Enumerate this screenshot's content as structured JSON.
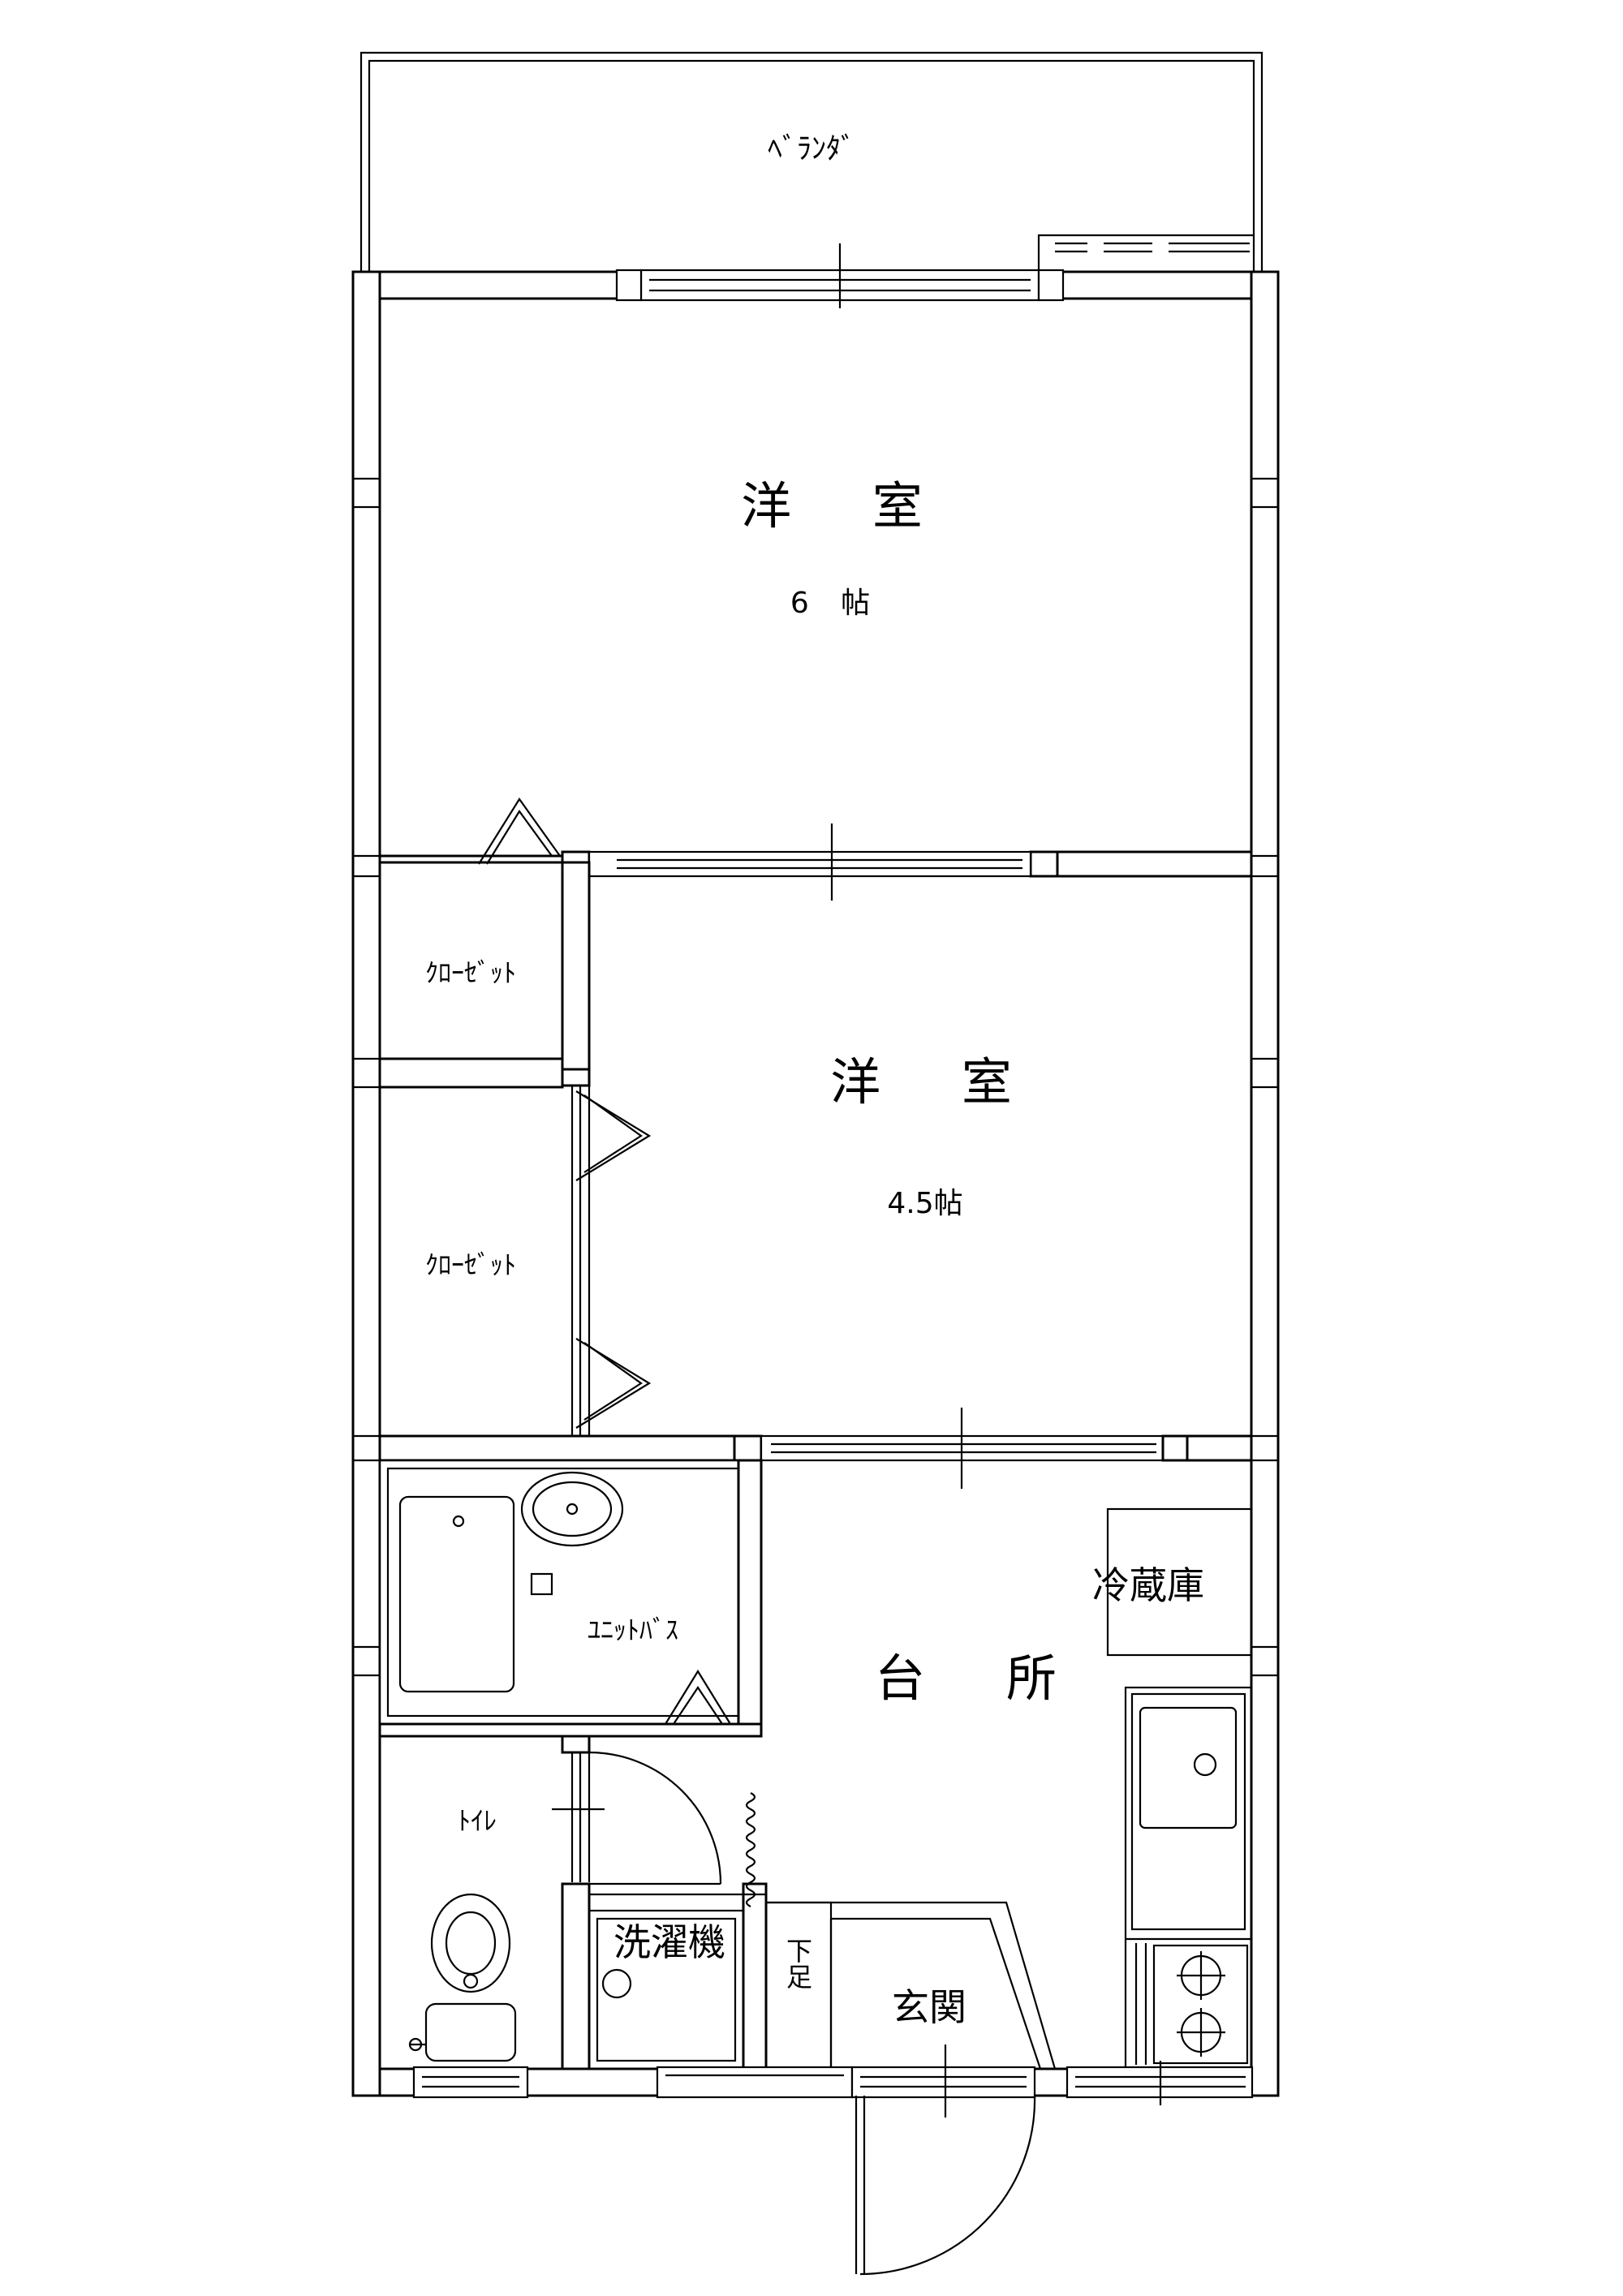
{
  "labels": {
    "veranda": "ﾍﾞﾗﾝﾀﾞ",
    "room1": "洋 室",
    "room1_size": "6 帖",
    "room2": "洋 室",
    "room2_size": "4.5帖",
    "closet1": "ｸﾛｰｾﾞｯﾄ",
    "closet2": "ｸﾛｰｾﾞｯﾄ",
    "unit_bath": "ﾕﾆｯﾄﾊﾞｽ",
    "toilet": "ﾄｲﾚ",
    "kitchen": "台 所",
    "fridge": "冷蔵庫",
    "washer": "洗濯機",
    "shoe": "下足",
    "entrance": "玄関"
  }
}
